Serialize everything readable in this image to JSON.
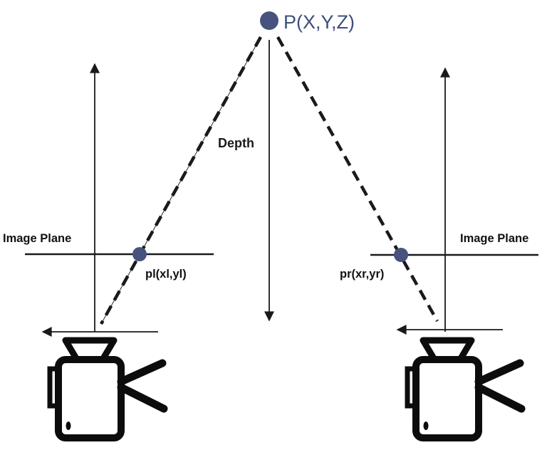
{
  "diagram": {
    "point_p": {
      "label": "P(X,Y,Z)"
    },
    "depth": {
      "label": "Depth"
    },
    "left_image_plane": {
      "label": "Image Plane"
    },
    "right_image_plane": {
      "label": "Image Plane"
    },
    "left_projection": {
      "label": "pl(xl,yl)"
    },
    "right_projection": {
      "label": "pr(xr,yr)"
    },
    "colors": {
      "point_fill": "#47537e",
      "p_label": "#3e4f7d",
      "line": "#1a1a1a"
    }
  }
}
